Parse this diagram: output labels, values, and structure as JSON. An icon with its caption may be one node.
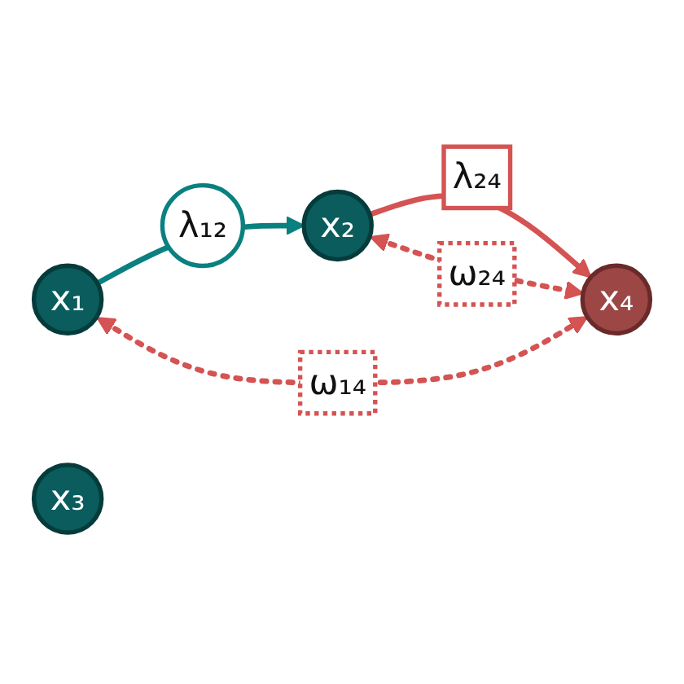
{
  "diagram": {
    "nodes": [
      {
        "text": [
          "x₁"
        ]
      },
      {
        "text": [
          "x₂"
        ]
      },
      {
        "text": [
          "x₃"
        ]
      },
      {
        "text": [
          "x₄"
        ]
      }
    ],
    "edges": [
      {
        "from": 0,
        "to": 1,
        "arrow": "to",
        "label": "λ₁₂",
        "color": "#0a8080"
      },
      {
        "from": 1,
        "to": 3,
        "arrow": "to",
        "label": "λ₂₄"
      },
      {
        "from": 0,
        "to": 3,
        "arrow": "both",
        "label": "ω₁₄",
        "style": "dashed"
      },
      {
        "from": 1,
        "to": 3,
        "arrow": "both",
        "label": "ω₂₄",
        "style": "dashed"
      }
    ]
  }
}
